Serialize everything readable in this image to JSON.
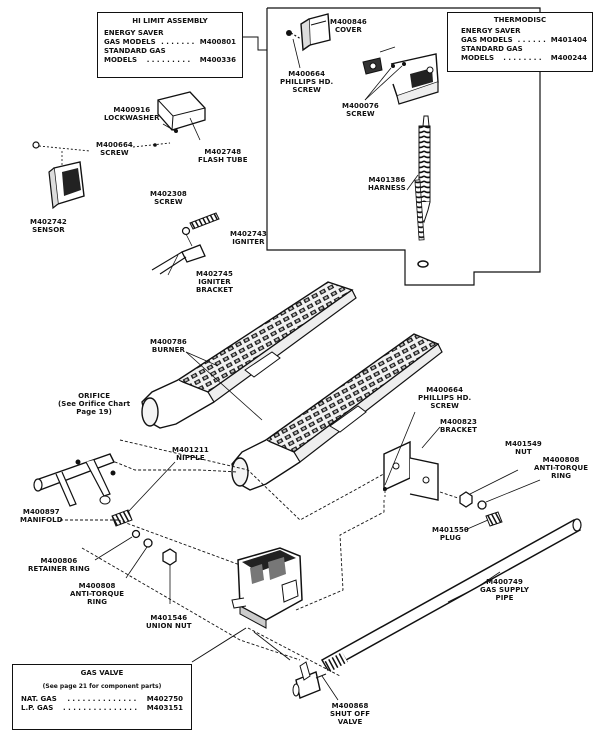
{
  "hi_limit_assembly": {
    "title": "HI LIMIT ASSEMBLY",
    "line1": "ENERGY SAVER",
    "line2_label": "GAS MODELS",
    "line2_dots": ". . . . . . .",
    "line2_part": "M400801",
    "line3": "STANDARD GAS",
    "line4_label": "MODELS",
    "line4_dots": ". . . . . . . . .",
    "line4_part": "M400336"
  },
  "thermodisc": {
    "title": "THERMODISC",
    "line1": "ENERGY SAVER",
    "line2_label": "GAS MODELS",
    "line2_dots": ". . . . . .",
    "line2_part": "M401404",
    "line3": "STANDARD GAS",
    "line4_label": "MODELS",
    "line4_dots": ". . . . . . . .",
    "line4_part": "M400244"
  },
  "gas_valve": {
    "title": "GAS VALVE",
    "subtitle": "(See page 21 for component parts)",
    "row1_label": "NAT. GAS",
    "row1_dots": ". . . . . . . . . . . . . .",
    "row1_part": "M402750",
    "row2_label": "L.P. GAS",
    "row2_dots": ". . . . . . . . . . . . . . .",
    "row2_part": "M403151"
  },
  "callouts": {
    "cover_part": "M400846",
    "cover_name": "COVER",
    "phillips_top_part": "M400664",
    "phillips_top_name1": "PHILLIPS HD.",
    "phillips_top_name2": "SCREW",
    "screw_therm_part": "M400076",
    "screw_therm_name": "SCREW",
    "harness_part": "M401386",
    "harness_name": "HARNESS",
    "lockwasher_part": "M400916",
    "lockwasher_name": "LOCKWASHER",
    "screw_sensor_part": "M400664",
    "screw_sensor_name": "SCREW",
    "flash_tube_part": "M402748",
    "flash_tube_name": "FLASH TUBE",
    "sensor_part": "M402742",
    "sensor_name": "SENSOR",
    "igniter_screw_part": "M402308",
    "igniter_screw_name": "SCREW",
    "igniter_part": "M402743",
    "igniter_name": "IGNITER",
    "igniter_bracket_part": "M402745",
    "igniter_bracket_name1": "IGNITER",
    "igniter_bracket_name2": "BRACKET",
    "burner_part": "M400786",
    "burner_name": "BURNER",
    "orifice_name": "ORIFICE",
    "orifice_note1": "(See Orifice Chart",
    "orifice_note2": "Page 19)",
    "phillips_bracket_part": "M400664",
    "phillips_bracket_name1": "PHILLIPS HD.",
    "phillips_bracket_name2": "SCREW",
    "bracket_part": "M400823",
    "bracket_name": "BRACKET",
    "nipple_part": "M401211",
    "nipple_name": "NIPPLE",
    "nut_part": "M401549",
    "nut_name": "NUT",
    "anti_torque_right_part": "M400808",
    "anti_torque_right_name1": "ANTI-TORQUE",
    "anti_torque_right_name2": "RING",
    "manifold_part": "M400897",
    "manifold_name": "MANIFOLD",
    "plug_part": "M401550",
    "plug_name": "PLUG",
    "retainer_part": "M400806",
    "retainer_name": "RETAINER RING",
    "anti_torque_left_part": "M400808",
    "anti_torque_left_name1": "ANTI-TORQUE",
    "anti_torque_left_name2": "RING",
    "union_nut_part": "M401546",
    "union_nut_name": "UNION NUT",
    "gas_supply_part": "M400749",
    "gas_supply_name1": "GAS SUPPLY",
    "gas_supply_name2": "PIPE",
    "shutoff_part": "M400868",
    "shutoff_name1": "SHUT OFF",
    "shutoff_name2": "VALVE"
  }
}
